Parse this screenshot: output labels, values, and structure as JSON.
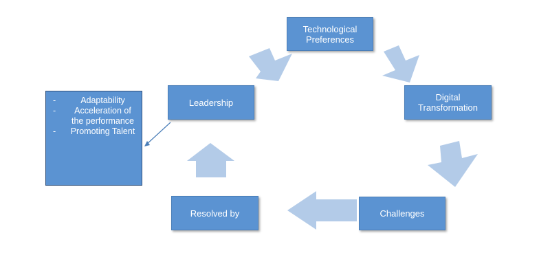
{
  "nodes": {
    "technological_preferences": "Technological Preferences",
    "digital_transformation": "Digital Transformation",
    "challenges": "Challenges",
    "resolved_by": "Resolved by",
    "leadership": "Leadership"
  },
  "leadership_attributes": {
    "bullet": "-",
    "items": [
      "Adaptability",
      "Acceleration of the performance",
      "Promoting Talent"
    ]
  },
  "colors": {
    "node_fill": "#5b93d2",
    "arrow_fill": "#b3cbe8",
    "text": "#ffffff"
  }
}
